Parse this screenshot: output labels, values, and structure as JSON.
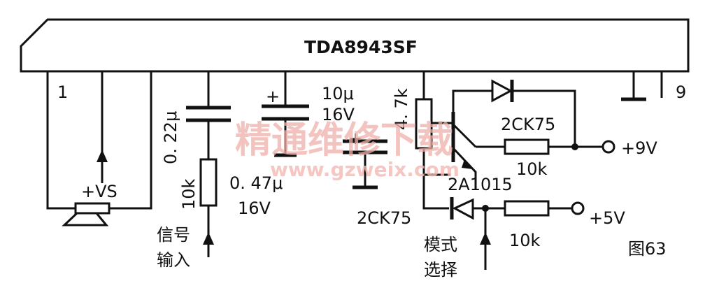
{
  "ic": {
    "name": "TDA8943SF",
    "pin_left": "1",
    "pin_right": "9"
  },
  "components": {
    "c1": "0. 22μ",
    "r1": "10k",
    "c2_value": "0. 47μ",
    "c2_voltage": "16V",
    "c3_value": "10μ",
    "c3_voltage": "16V",
    "c3_polarity": "+",
    "c4_polarity": "+",
    "r2": "4. 7k",
    "d_top": "2CK75",
    "r3": "10k",
    "transistor": "2A1015",
    "d_bottom": "2CK75",
    "r4": "10k"
  },
  "labels": {
    "vs": "+VS",
    "signal_line1": "信号",
    "signal_line2": "输入",
    "mode_line1": "模式",
    "mode_line2": "选择",
    "v9": "+9V",
    "v5": "+5V",
    "figure": "图63"
  },
  "watermark": {
    "cn": "精通维修下载",
    "url": "www.gzweix.com"
  }
}
